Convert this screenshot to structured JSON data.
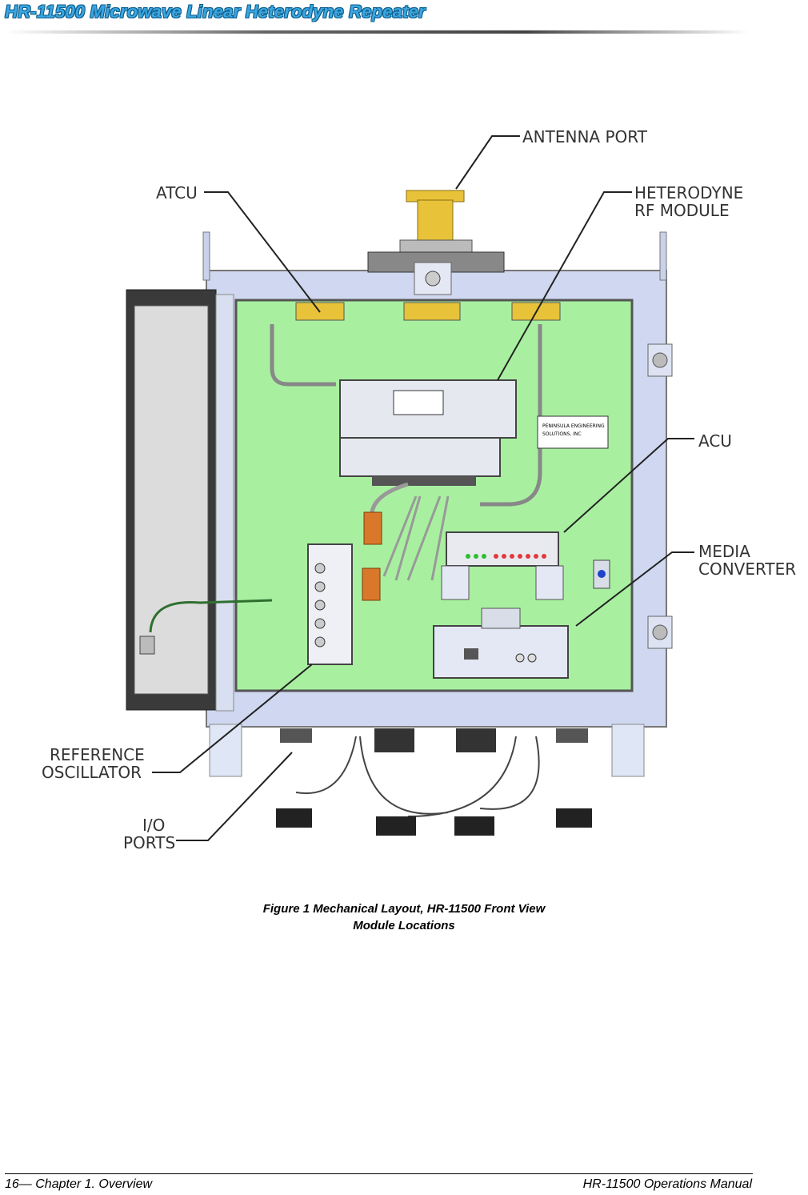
{
  "header": {
    "title": "HR-11500 Microwave Linear Heterodyne Repeater"
  },
  "figure": {
    "callouts": {
      "antenna_port": "ANTENNA PORT",
      "atcu": "ATCU",
      "heterodyne_line1": "HETERODYNE",
      "heterodyne_line2": "RF MODULE",
      "acu": "ACU",
      "media_line1": "MEDIA",
      "media_line2": "CONVERTER",
      "reference_line1": "REFERENCE",
      "reference_line2": "OSCILLATOR",
      "io_line1": "I/O",
      "io_line2": "PORTS"
    },
    "nameplate_line1": "PENINSULA ENGINEERING",
    "nameplate_line2": "SOLUTIONS, INC",
    "colors": {
      "backplate": "#a8f0a0",
      "enclosure": "#cfd8f0",
      "waveguide": "#e8c33a",
      "filters": "#d9782a"
    }
  },
  "caption": {
    "line1": "Figure 1  Mechanical Layout, HR-11500 Front View",
    "line2": "Module Locations"
  },
  "footer": {
    "left": "16— Chapter 1.  Overview",
    "right": "HR-11500 Operations Manual"
  }
}
